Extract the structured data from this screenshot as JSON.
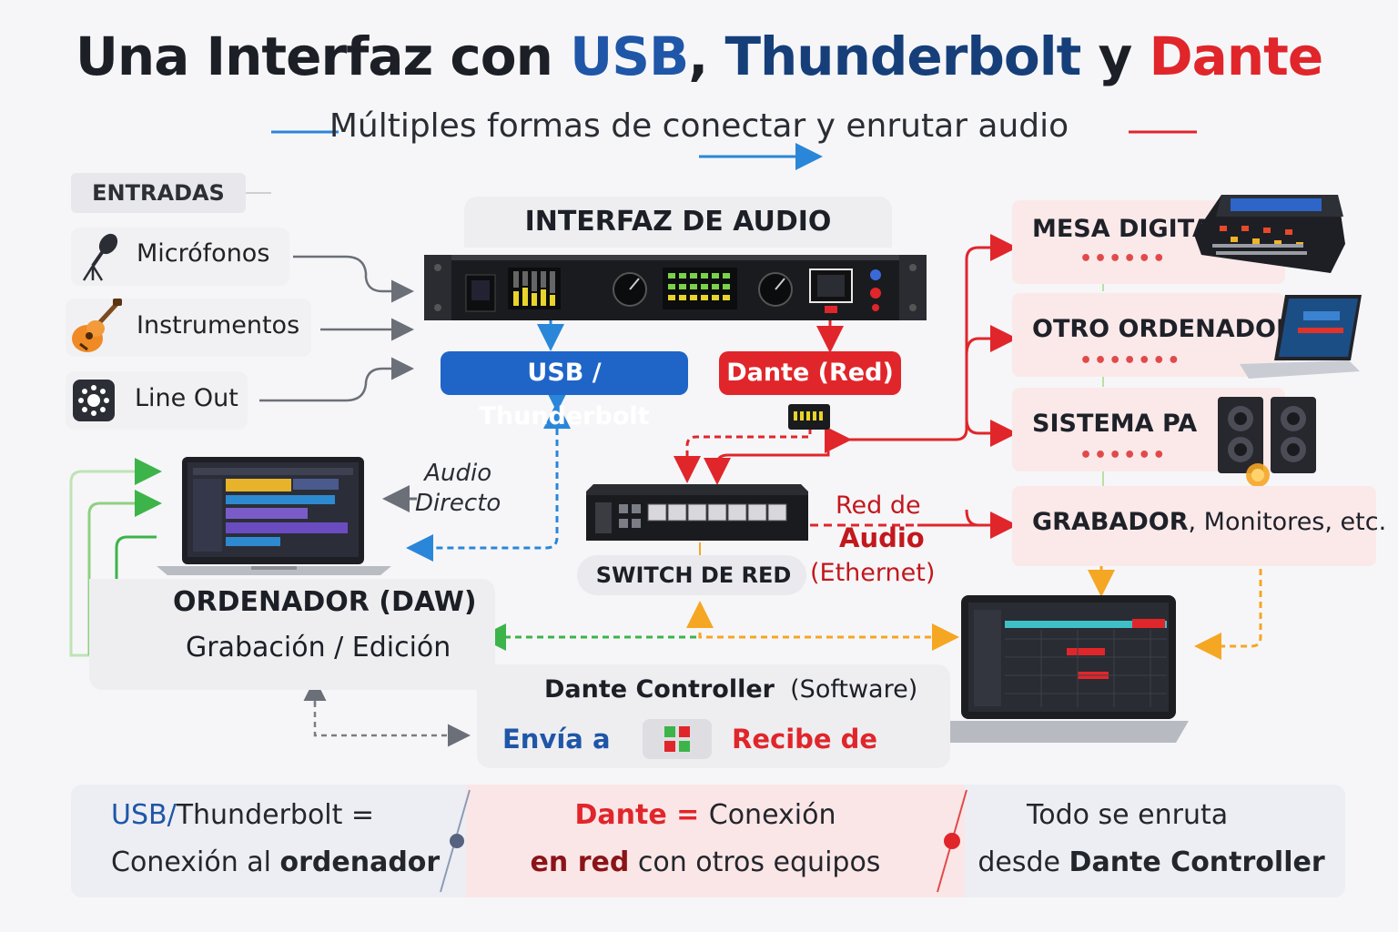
{
  "title": {
    "part1": "Una Interfaz con ",
    "usb": "USB",
    "comma": ",",
    "thunderbolt": "Thunderbolt",
    "y": " y ",
    "dante": "Dante"
  },
  "subtitle": "Múltiples formas de conectar y enrutar audio",
  "inputs": {
    "header": "ENTRADAS",
    "items": [
      {
        "label": "Micrófonos",
        "icon": "microphone-icon"
      },
      {
        "label": "Instrumentos",
        "icon": "guitar-icon"
      },
      {
        "label": "Line Out",
        "icon": "line-out-icon"
      }
    ]
  },
  "interface": {
    "title": "INTERFAZ DE AUDIO",
    "usb_pill": "USB / Thunderbolt",
    "dante_pill": "Dante (Red)"
  },
  "computer": {
    "audio_directo_1": "Audio",
    "audio_directo_2": "Directo",
    "title": "ORDENADOR (DAW)",
    "subtitle": "Grabación / Edición"
  },
  "switch": {
    "title": "SWITCH DE RED",
    "net_1": "Red de",
    "net_2": "Audio",
    "net_3": "(Ethernet)"
  },
  "destinations": [
    {
      "title": "MESA DIGITAL",
      "extra": ""
    },
    {
      "title": "OTRO ORDENADOR",
      "extra": ""
    },
    {
      "title": "SISTEMA PA",
      "extra": ""
    },
    {
      "title": "GRABADOR",
      "extra": ", Monitores, etc."
    }
  ],
  "controller": {
    "title": "Dante Controller",
    "software": "(Software)",
    "send": "Envía a",
    "receive": "Recibe de"
  },
  "footer": {
    "usb_a": "USB/",
    "usb_b": "Thunderbolt =",
    "usb_c": "Conexión al ",
    "usb_d": "ordenador",
    "dante_a": "Dante = ",
    "dante_b": "Conexión",
    "dante_c": "en red",
    "dante_d": " con otros equipos",
    "route_a": "Todo se enruta",
    "route_b": "desde ",
    "route_c": "Dante Controller"
  },
  "colors": {
    "blue": "#1f56a8",
    "red": "#e0262b",
    "green": "#3cb44a",
    "orange": "#f5a623"
  }
}
